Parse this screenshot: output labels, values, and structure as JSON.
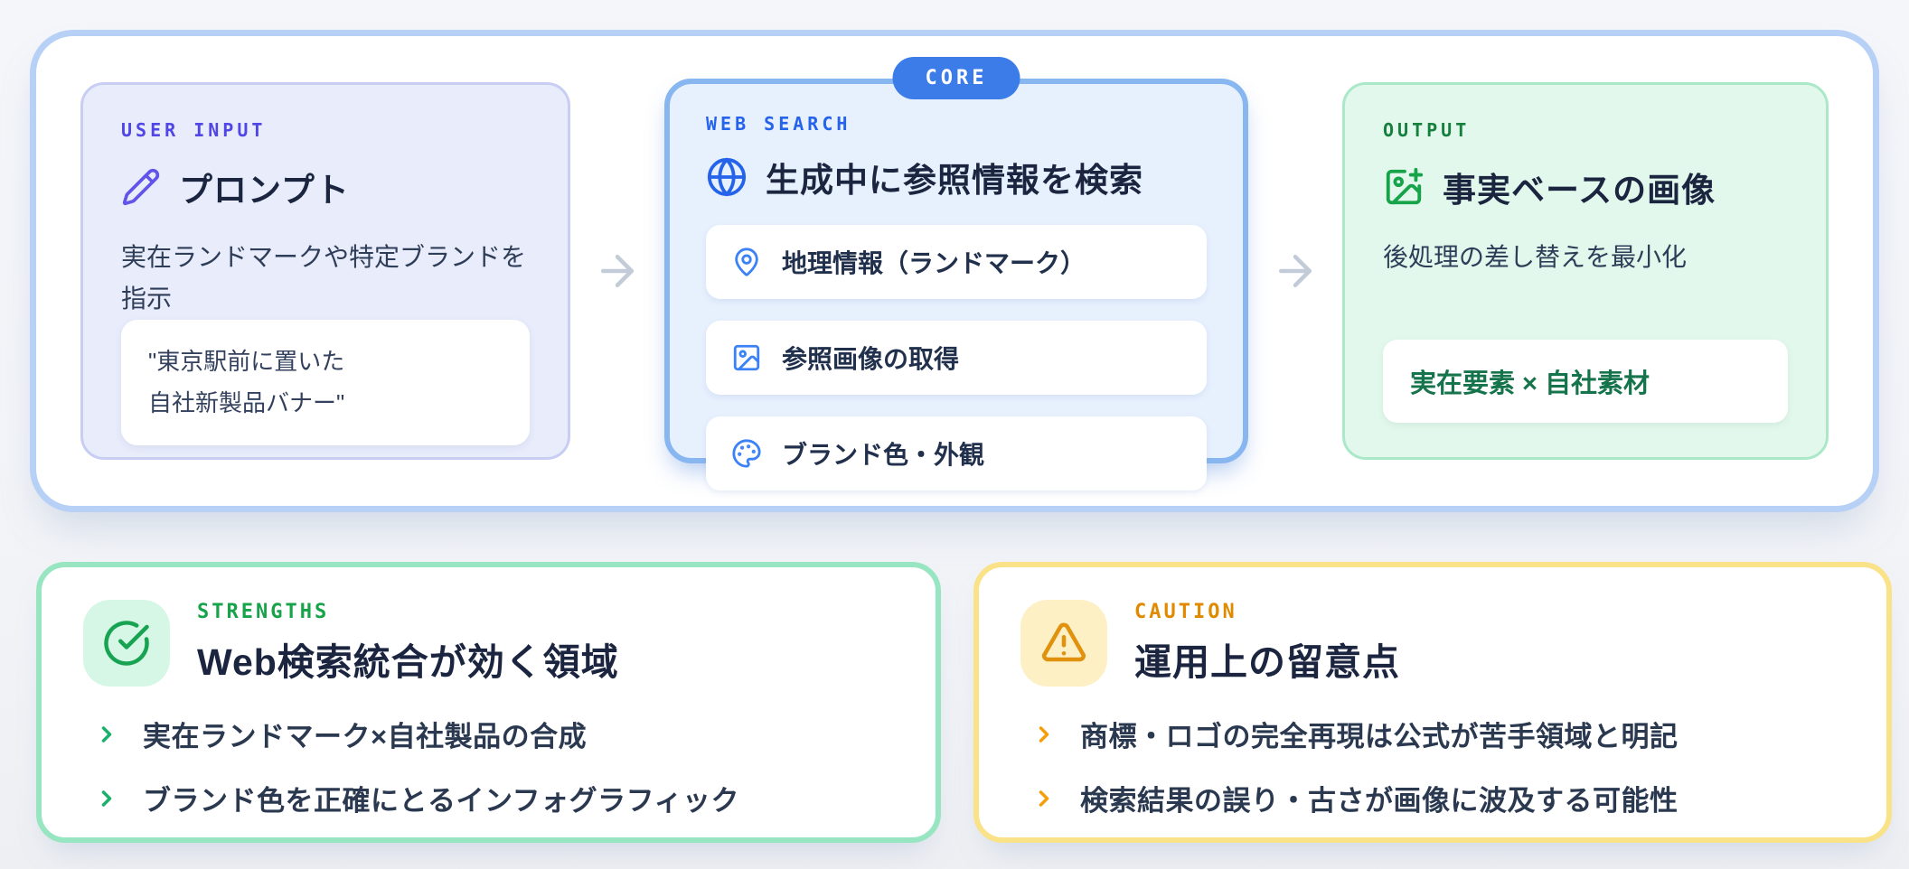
{
  "flow_panel": {
    "user_input": {
      "label": "USER INPUT",
      "title": "プロンプト",
      "description": "実在ランドマークや特定ブランドを指示",
      "quote": "\"東京駅前に置いた\n自社新製品バナー\"",
      "icon": "pencil-icon",
      "accent_color": "#4f46e5"
    },
    "web_search": {
      "badge": "CORE",
      "label": "WEB SEARCH",
      "title": "生成中に参照情報を検索",
      "icon": "globe-icon",
      "accent_color": "#2563eb",
      "items": [
        {
          "icon": "map-pin-icon",
          "text": "地理情報（ランドマーク）"
        },
        {
          "icon": "image-icon",
          "text": "参照画像の取得"
        },
        {
          "icon": "palette-icon",
          "text": "ブランド色・外観"
        }
      ]
    },
    "output": {
      "label": "OUTPUT",
      "title": "事実ベースの画像",
      "description": "後処理の差し替えを最小化",
      "chip": "実在要素 × 自社素材",
      "icon": "image-plus-icon",
      "accent_color": "#15803d"
    },
    "arrow_icon": "arrow-right-icon"
  },
  "strengths": {
    "label": "STRENGTHS",
    "title": "Web検索統合が効く領域",
    "icon": "check-circle-icon",
    "accent_color": "#16a34a",
    "border_color": "#97e6c1",
    "items": [
      "実在ランドマーク×自社製品の合成",
      "ブランド色を正確にとるインフォグラフィック"
    ]
  },
  "caution": {
    "label": "CAUTION",
    "title": "運用上の留意点",
    "icon": "alert-triangle-icon",
    "accent_color": "#e08a00",
    "border_color": "#fae289",
    "items": [
      "商標・ロゴの完全再現は公式が苦手領域と明記",
      "検索結果の誤り・古さが画像に波及する可能性"
    ]
  },
  "colors": {
    "panel_border": "#b6d0f6",
    "core_badge_bg": "#3b7ce9",
    "web_card_border": "#87b6f1",
    "user_card_bg": "#e8ecfb",
    "web_card_bg": "#e7f0fd",
    "output_card_bg": "#e3f8ec",
    "arrow": "#c2cbd7",
    "heading_text": "#1b2540"
  }
}
